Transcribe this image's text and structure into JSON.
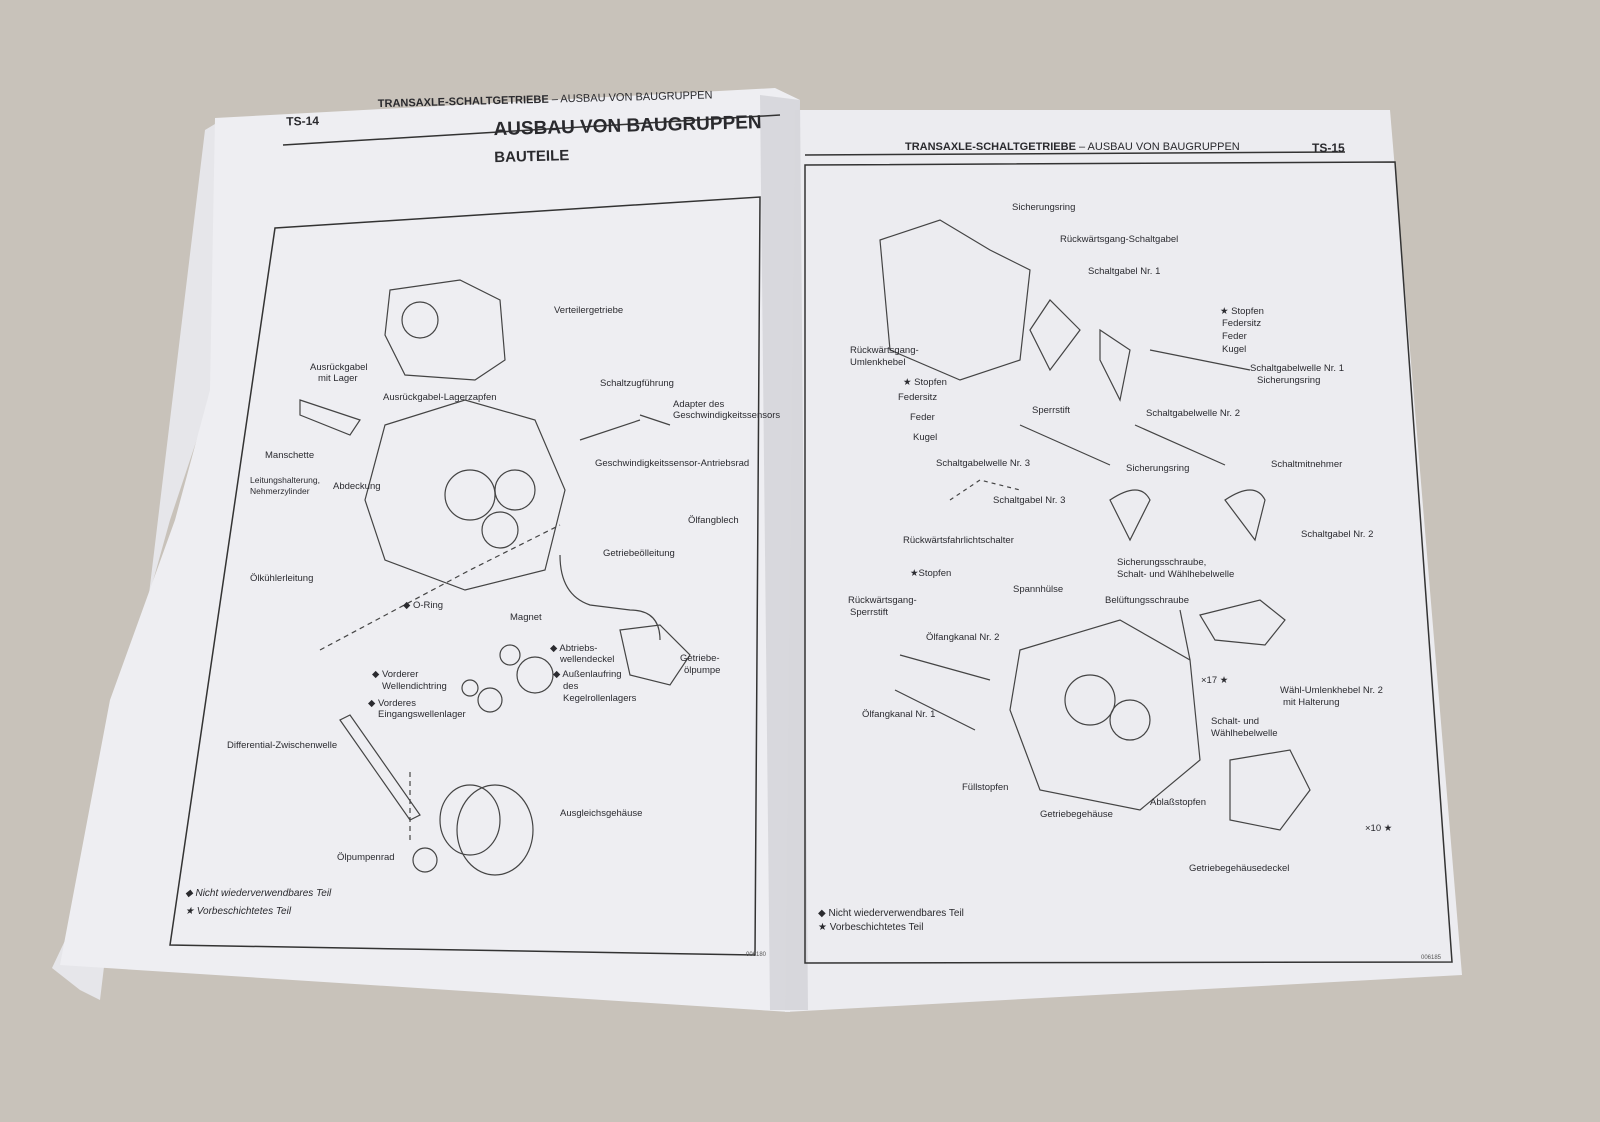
{
  "left_page": {
    "page_number": "TS-14",
    "header": "TRANSAXLE-SCHALTGETRIEBE",
    "header_section": "– AUSBAU VON BAUGRUPPEN",
    "title": "AUSBAU VON BAUGRUPPEN",
    "subtitle": "BAUTEILE",
    "labels": [
      "Verteilergetriebe",
      "Ausrückgabel",
      "mit Lager",
      "Schaltzugführung",
      "Ausrückgabel-Lagerzapfen",
      "Adapter des",
      "Geschwindigkeitssensors",
      "Manschette",
      "Geschwindigkeitssensor-Antriebsrad",
      "Leitungshalterung,",
      "Nehmerzylinder",
      "Abdeckung",
      "Ölfangblech",
      "Getriebeölleitung",
      "Ölkühlerleitung",
      "◆ O-Ring",
      "Magnet",
      "◆ Abtriebs-",
      "wellendeckel",
      "Getriebe-",
      "ölpumpe",
      "◆ Vorderer",
      "Wellendichtring",
      "◆ Außenlaufring",
      "des",
      "Kegelrollenlagers",
      "◆ Vorderes",
      "Eingangswellenlager",
      "Differential-Zwischenwelle",
      "Ausgleichsgehäuse",
      "Ölpumpenrad"
    ],
    "legend": [
      "◆  Nicht wiederverwendbares Teil",
      "★  Vorbeschichtetes Teil"
    ],
    "figure_code": "006180"
  },
  "right_page": {
    "page_number": "TS-15",
    "header": "TRANSAXLE-SCHALTGETRIEBE",
    "header_section": "– AUSBAU VON BAUGRUPPEN",
    "labels": [
      "Sicherungsring",
      "Rückwärtsgang-Schaltgabel",
      "Schaltgabel Nr. 1",
      "★ Stopfen",
      "Federsitz",
      "Feder",
      "Kugel",
      "Rückwärtsgang-",
      "Umlenkhebel",
      "Schaltgabelwelle Nr. 1",
      "Sicherungsring",
      "★ Stopfen",
      "Federsitz",
      "Feder",
      "Kugel",
      "Sperrstift",
      "Schaltgabelwelle Nr. 2",
      "Schaltgabelwelle Nr. 3",
      "Sicherungsring",
      "Schaltmitnehmer",
      "Schaltgabel Nr. 3",
      "Schaltgabel Nr. 2",
      "Rückwärtsfahrlichtschalter",
      "Sicherungsschraube,",
      "Schalt- und Wählhebelwelle",
      "★Stopfen",
      "Spannhülse",
      "Belüftungsschraube",
      "Rückwärtsgang-",
      "Sperrstift",
      "Ölfangkanal Nr. 2",
      "×17 ★",
      "Wähl-Umlenkhebel Nr. 2",
      "mit Halterung",
      "Ölfangkanal Nr. 1",
      "Schalt- und",
      "Wählhebelwelle",
      "Füllstopfen",
      "Ablaßstopfen",
      "Getriebegehäuse",
      "×10 ★",
      "Getriebegehäusedeckel"
    ],
    "legend": [
      "◆  Nicht wiederverwendbares Teil",
      "★  Vorbeschichtetes Teil"
    ],
    "figure_code": "006185"
  }
}
